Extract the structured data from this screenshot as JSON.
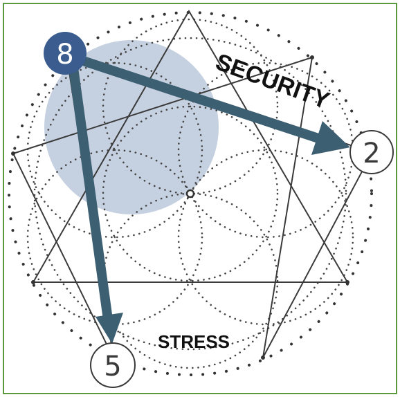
{
  "nodes": {
    "eight": "8",
    "two": "2",
    "five": "5"
  },
  "labels": {
    "security": "SECURITY",
    "stress": "STRESS"
  },
  "colors": {
    "border": "#5a9a3c",
    "arrow": "#3d5f72",
    "highlight_fill": "#c5d0e0",
    "node_eight_fill": "#3b5c8e",
    "line": "#3a3a3a"
  }
}
